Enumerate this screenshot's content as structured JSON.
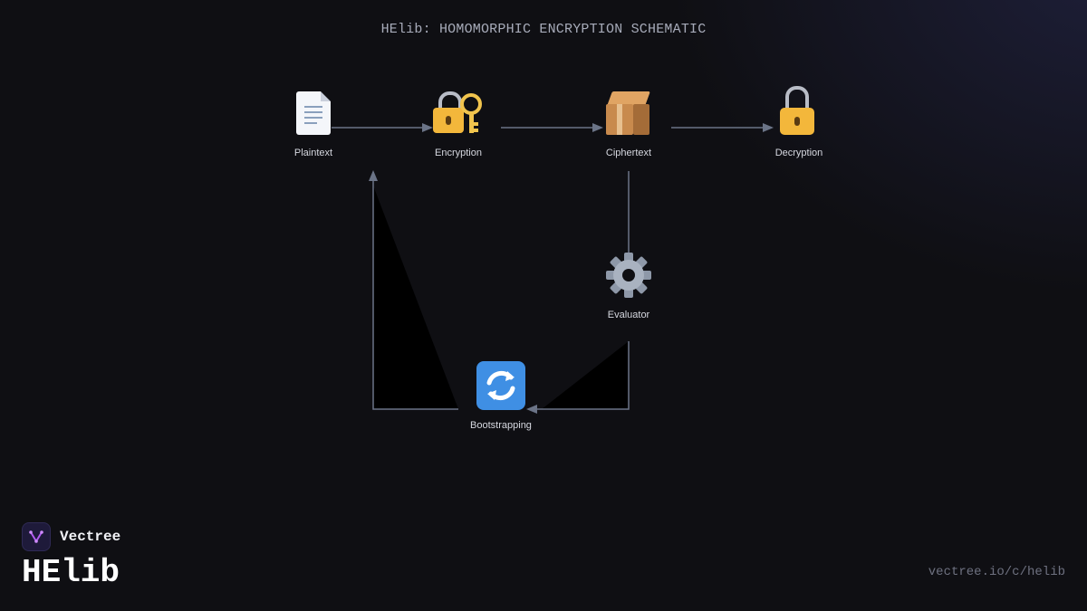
{
  "title": "HElib: HOMOMORPHIC ENCRYPTION SCHEMATIC",
  "nodes": {
    "plaintext": {
      "label": "Plaintext",
      "icon": "document-icon"
    },
    "encryption": {
      "label": "Encryption",
      "icon": "lock-with-key-icon"
    },
    "ciphertext": {
      "label": "Ciphertext",
      "icon": "package-icon"
    },
    "decryption": {
      "label": "Decryption",
      "icon": "unlocked-padlock-icon"
    },
    "evaluator": {
      "label": "Evaluator",
      "icon": "gear-icon"
    },
    "bootstrapping": {
      "label": "Bootstrapping",
      "icon": "refresh-arrows-icon"
    }
  },
  "edges": [
    {
      "from": "Plaintext",
      "to": "Encryption"
    },
    {
      "from": "Encryption",
      "to": "Ciphertext"
    },
    {
      "from": "Ciphertext",
      "to": "Decryption"
    },
    {
      "from": "Ciphertext",
      "to": "Evaluator"
    },
    {
      "from": "Evaluator",
      "to": "Bootstrapping"
    },
    {
      "from": "Bootstrapping",
      "to": "Plaintext"
    }
  ],
  "brand": {
    "company": "Vectree",
    "product": "HElib",
    "url": "vectree.io/c/helib",
    "logo_icon": "vectree-logo-icon"
  },
  "colors": {
    "background": "#0f0f13",
    "edge": "#6b7487",
    "title": "#a7abb9",
    "label": "#d6d8e0",
    "url": "#6e7180"
  }
}
